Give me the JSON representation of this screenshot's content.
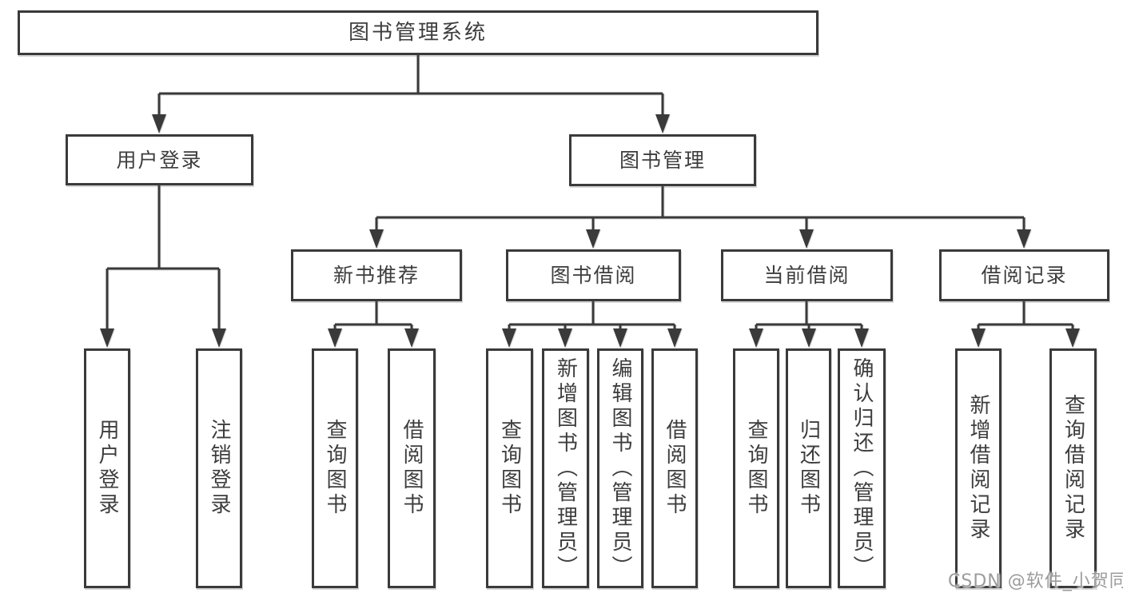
{
  "diagram": {
    "type": "hierarchy-tree",
    "root": {
      "label": "图书管理系统"
    },
    "level2": [
      {
        "label": "用户登录",
        "parent": "图书管理系统"
      },
      {
        "label": "图书管理",
        "parent": "图书管理系统"
      }
    ],
    "level3": [
      {
        "label": "新书推荐",
        "parent": "图书管理"
      },
      {
        "label": "图书借阅",
        "parent": "图书管理"
      },
      {
        "label": "当前借阅",
        "parent": "图书管理"
      },
      {
        "label": "借阅记录",
        "parent": "图书管理"
      }
    ],
    "leaves": [
      {
        "label": "用户登录",
        "parent": "用户登录"
      },
      {
        "label": "注销登录",
        "parent": "用户登录"
      },
      {
        "label": "查询图书",
        "parent": "新书推荐"
      },
      {
        "label": "借阅图书",
        "parent": "新书推荐"
      },
      {
        "label": "查询图书",
        "parent": "图书借阅"
      },
      {
        "label": "新增图书（管理员）",
        "parent": "图书借阅"
      },
      {
        "label": "编辑图书（管理员）",
        "parent": "图书借阅"
      },
      {
        "label": "借阅图书",
        "parent": "图书借阅"
      },
      {
        "label": "查询图书",
        "parent": "当前借阅"
      },
      {
        "label": "归还图书",
        "parent": "当前借阅"
      },
      {
        "label": "确认归还（管理员）",
        "parent": "当前借阅"
      },
      {
        "label": "新增借阅记录",
        "parent": "借阅记录"
      },
      {
        "label": "查询借阅记录",
        "parent": "借阅记录"
      }
    ]
  },
  "watermark": {
    "text": "CSDN @软件_小贺同学"
  },
  "colors": {
    "line": "#3a3a3a",
    "text": "#3d3d3d",
    "watermark": "#9c9c9c",
    "background": "#ffffff"
  }
}
